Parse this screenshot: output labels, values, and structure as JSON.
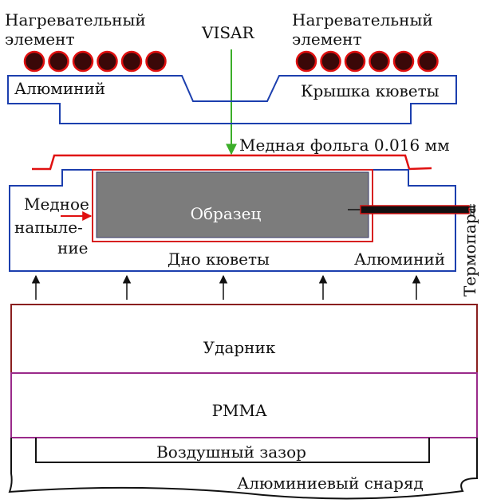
{
  "labels": {
    "heater_left": [
      "Нагревательный",
      "элемент"
    ],
    "heater_right": [
      "Нагревательный",
      "элемент"
    ],
    "visar": "VISAR",
    "aluminum_top": "Алюминий",
    "cell_lid": "Крышка кюветы",
    "copper_foil": "Медная фольга 0.016 мм",
    "copper_coating": [
      "Медное",
      "напыле-",
      "ние"
    ],
    "sample": "Образец",
    "cell_bottom": "Дно кюветы",
    "aluminum_bottom": "Алюминий",
    "thermocouple": "Термопара",
    "impactor": "Ударник",
    "pmma": "PMMA",
    "air_gap": "Воздушный зазор",
    "projectile": "Алюминиевый снаряд"
  },
  "colors": {
    "heater_fill": "#3a0808",
    "heater_stroke": "#e01010",
    "aluminum": "#1c3fae",
    "foil": "#e01010",
    "visar_arrow": "#3cae2a",
    "sample_fill": "#7c7c7c",
    "coating": "#d72020",
    "impactor_border": "#8a1f1f",
    "pmma_border": "#9a2a8a",
    "thermocouple": "#111111",
    "thermocouple_outline": "#d01010"
  },
  "heaters_per_side": 6,
  "shock_arrows": 5
}
